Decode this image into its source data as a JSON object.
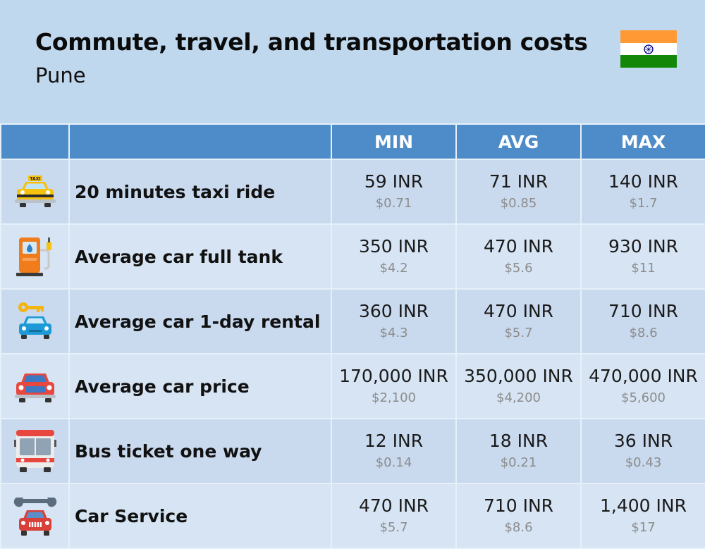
{
  "title": "Commute, travel, and transportation costs",
  "subtitle": "Pune",
  "flag": {
    "name": "india-flag-icon",
    "colors": [
      "#ff9933",
      "#ffffff",
      "#138808"
    ],
    "chakra": "#000080"
  },
  "columns": [
    "",
    "",
    "MIN",
    "AVG",
    "MAX"
  ],
  "rows": [
    {
      "icon": "taxi-icon",
      "label": "20 minutes taxi ride",
      "min": "59 INR",
      "min_usd": "$0.71",
      "avg": "71 INR",
      "avg_usd": "$0.85",
      "max": "140 INR",
      "max_usd": "$1.7"
    },
    {
      "icon": "fuel-pump-icon",
      "label": "Average car full tank",
      "min": "350 INR",
      "min_usd": "$4.2",
      "avg": "470 INR",
      "avg_usd": "$5.6",
      "max": "930 INR",
      "max_usd": "$11"
    },
    {
      "icon": "car-rental-key-icon",
      "label": "Average car 1-day rental",
      "min": "360 INR",
      "min_usd": "$4.3",
      "avg": "470 INR",
      "avg_usd": "$5.7",
      "max": "710 INR",
      "max_usd": "$8.6"
    },
    {
      "icon": "car-icon",
      "label": "Average car price",
      "min": "170,000 INR",
      "min_usd": "$2,100",
      "avg": "350,000 INR",
      "avg_usd": "$4,200",
      "max": "470,000 INR",
      "max_usd": "$5,600"
    },
    {
      "icon": "bus-icon",
      "label": "Bus ticket one way",
      "min": "12 INR",
      "min_usd": "$0.14",
      "avg": "18 INR",
      "avg_usd": "$0.21",
      "max": "36 INR",
      "max_usd": "$0.43"
    },
    {
      "icon": "car-service-wrench-icon",
      "label": "Car Service",
      "min": "470 INR",
      "min_usd": "$5.7",
      "avg": "710 INR",
      "avg_usd": "$8.6",
      "max": "1,400 INR",
      "max_usd": "$17"
    }
  ],
  "chart_data": {
    "type": "table",
    "title": "Commute, travel, and transportation costs",
    "subtitle": "Pune",
    "columns": [
      "MIN",
      "AVG",
      "MAX"
    ],
    "rows": [
      {
        "label": "20 minutes taxi ride",
        "min": "59 INR",
        "min_usd": "$0.71",
        "avg": "71 INR",
        "avg_usd": "$0.85",
        "max": "140 INR",
        "max_usd": "$1.7"
      },
      {
        "label": "Average car full tank",
        "min": "350 INR",
        "min_usd": "$4.2",
        "avg": "470 INR",
        "avg_usd": "$5.6",
        "max": "930 INR",
        "max_usd": "$11"
      },
      {
        "label": "Average car 1-day rental",
        "min": "360 INR",
        "min_usd": "$4.3",
        "avg": "470 INR",
        "avg_usd": "$5.7",
        "max": "710 INR",
        "max_usd": "$8.6"
      },
      {
        "label": "Average car price",
        "min": "170,000 INR",
        "min_usd": "$2,100",
        "avg": "350,000 INR",
        "avg_usd": "$4,200",
        "max": "470,000 INR",
        "max_usd": "$5,600"
      },
      {
        "label": "Bus ticket one way",
        "min": "12 INR",
        "min_usd": "$0.14",
        "avg": "18 INR",
        "avg_usd": "$0.21",
        "max": "36 INR",
        "max_usd": "$0.43"
      },
      {
        "label": "Car Service",
        "min": "470 INR",
        "min_usd": "$5.7",
        "avg": "710 INR",
        "avg_usd": "$8.6",
        "max": "1,400 INR",
        "max_usd": "$17"
      }
    ]
  }
}
